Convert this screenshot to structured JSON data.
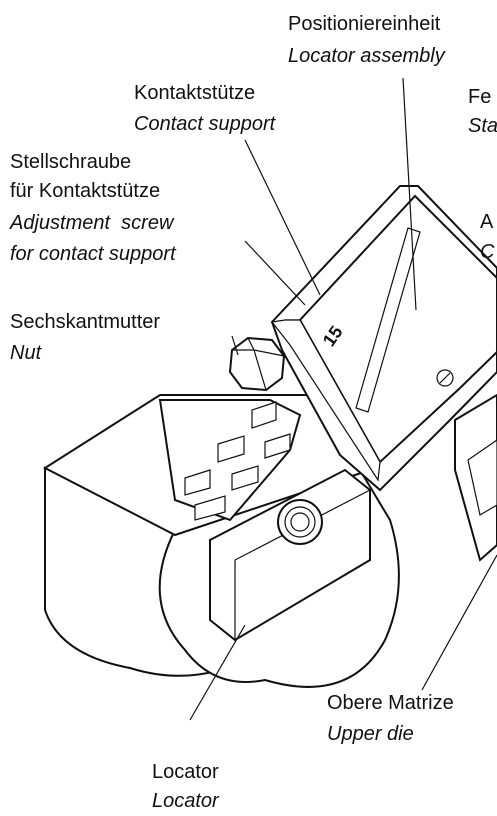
{
  "labels": {
    "locator_assembly": {
      "de": "Positioniereinheit",
      "en": "Locator assembly"
    },
    "contact_support": {
      "de": "Kontaktstütze",
      "en": "Contact support"
    },
    "stationary": {
      "de": "Fe",
      "en": "Sta"
    },
    "adjustment_screw": {
      "de1": "Stellschraube",
      "de2": "für Kontaktstütze",
      "en1": "Adjustment  screw",
      "en2": "for contact support"
    },
    "right_partial": {
      "de": "A",
      "en": "C"
    },
    "nut": {
      "de": "Sechskantmutter",
      "en": "Nut"
    },
    "upper_die": {
      "de": "Obere Matrize",
      "en": "Upper die"
    },
    "locator": {
      "de": "Locator",
      "en": "Locator"
    }
  },
  "engraving": "15"
}
